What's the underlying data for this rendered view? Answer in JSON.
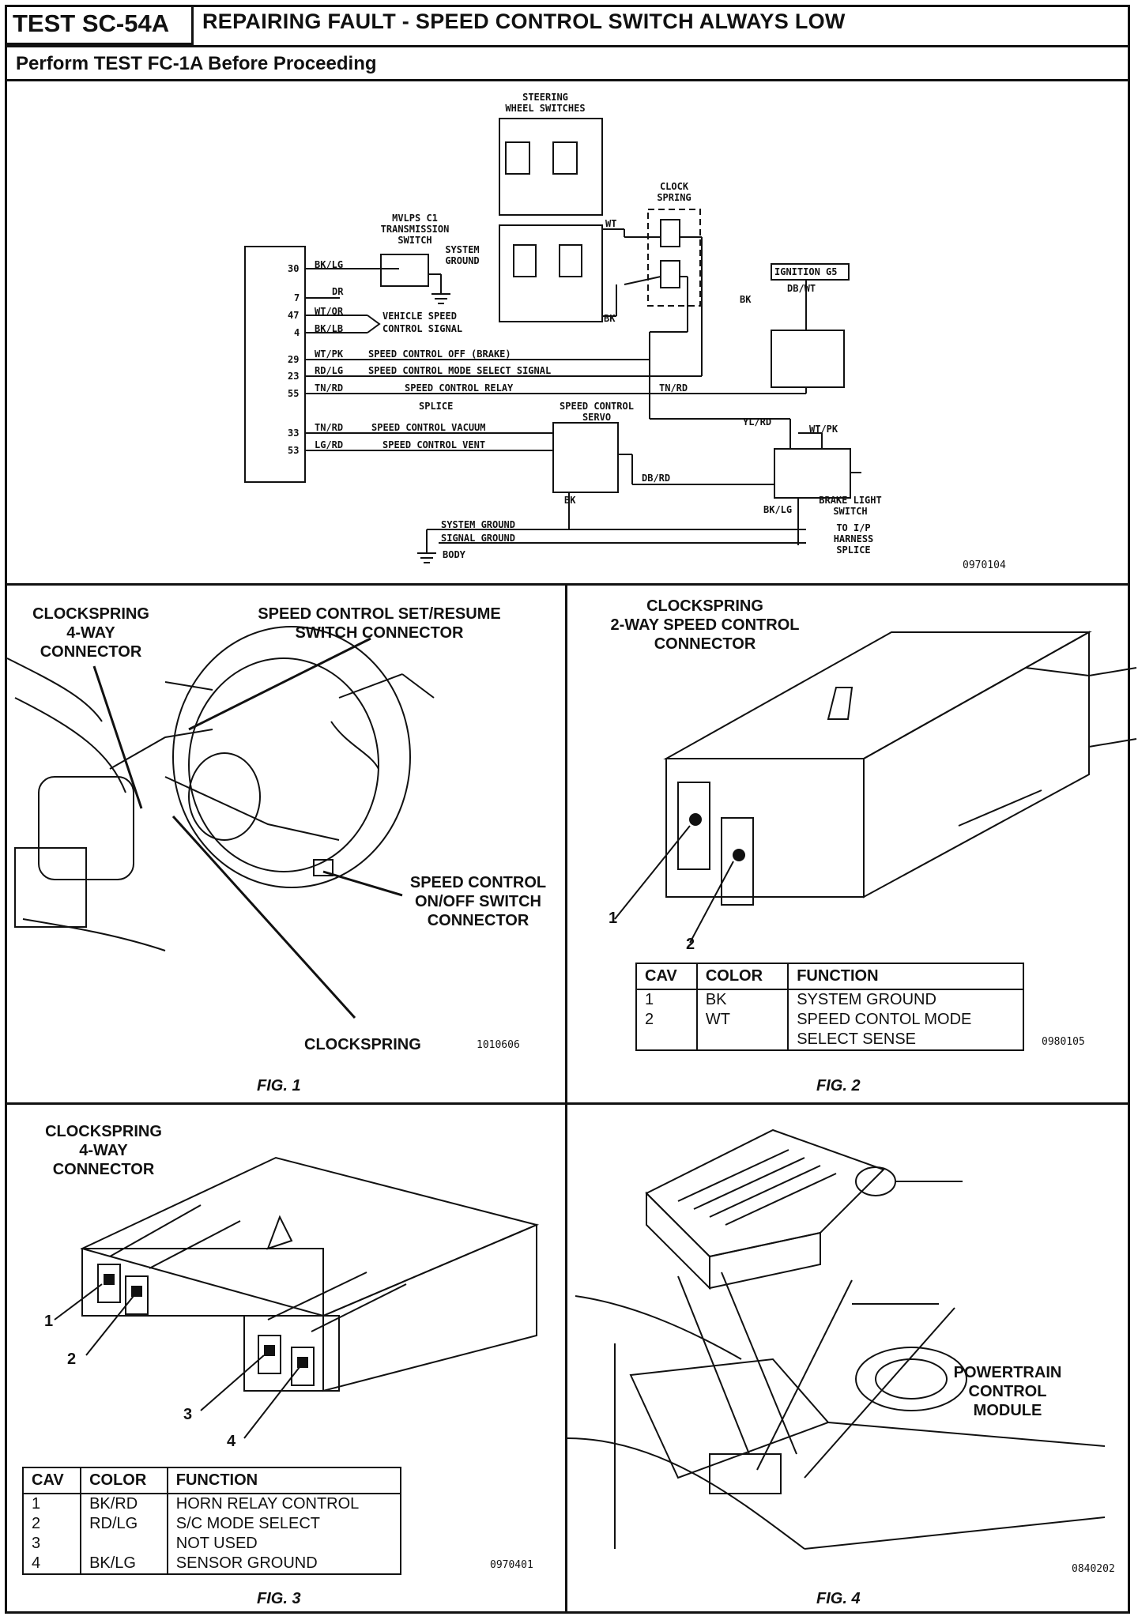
{
  "header": {
    "test_id": "TEST SC-54A",
    "title": "REPAIRING FAULT - SPEED CONTROL SWITCH ALWAYS LOW",
    "subtitle": "Perform TEST FC-1A Before Proceeding"
  },
  "schematic": {
    "pins": [
      "30",
      "7",
      "47",
      "4",
      "29",
      "23",
      "55",
      "33",
      "53"
    ],
    "wires": {
      "w30": "BK/LG",
      "w7": "DR",
      "w47": "WT/OR",
      "w4": "BK/LB",
      "w29": "WT/PK",
      "w23": "RD/LG",
      "w55": "TN/RD",
      "w33": "TN/RD",
      "w53": "LG/RD",
      "wt": "WT",
      "bk": "BK",
      "bk2": "BK",
      "dbwt": "DB/WT",
      "tnrd_right": "TN/RD",
      "ylrd": "YL/RD",
      "wtpk": "WT/PK",
      "dbrd": "DB/RD",
      "bklg": "BK/LG",
      "bk_servo": "BK"
    },
    "circuits": {
      "c29": "SPEED CONTROL OFF (BRAKE)",
      "c23": "SPEED CONTROL MODE SELECT SIGNAL",
      "c55": "SPEED CONTROL RELAY",
      "splice": "SPLICE",
      "c33": "SPEED CONTROL VACUUM",
      "c53": "SPEED CONTROL VENT",
      "vss": "VEHICLE SPEED\nCONTROL SIGNAL"
    },
    "components": {
      "steering": "STEERING\nWHEEL SWITCHES",
      "clock": "CLOCK\nSPRING",
      "mvlps": "MVLPS C1\nTRANSMISSION\nSWITCH",
      "sysgnd": "SYSTEM\nGROUND",
      "ignition": "IGNITION G5",
      "servo": "SPEED CONTROL\nSERVO",
      "brake": "BRAKE LIGHT\nSWITCH",
      "harness": "TO I/P\nHARNESS\nSPLICE"
    },
    "grounds": [
      "SYSTEM GROUND",
      "SIGNAL GROUND",
      "BODY"
    ],
    "code": "0970104"
  },
  "fig1": {
    "labels": {
      "clk4": "CLOCKSPRING\n4-WAY\nCONNECTOR",
      "setres": "SPEED CONTROL SET/RESUME\nSWITCH CONNECTOR",
      "onoff": "SPEED CONTROL\nON/OFF SWITCH\nCONNECTOR",
      "clockspring": "CLOCKSPRING"
    },
    "code": "1010606",
    "caption": "FIG. 1"
  },
  "fig2": {
    "title": "CLOCKSPRING\n2-WAY SPEED CONTROL\nCONNECTOR",
    "pin_labels": [
      "1",
      "2"
    ],
    "table": {
      "headers": [
        "CAV",
        "COLOR",
        "FUNCTION"
      ],
      "cav": [
        "1",
        "2",
        ""
      ],
      "color": [
        "BK",
        "WT",
        ""
      ],
      "func": [
        "SYSTEM GROUND",
        "SPEED CONTOL MODE",
        "SELECT SENSE"
      ]
    },
    "code": "0980105",
    "caption": "FIG. 2"
  },
  "fig3": {
    "title": "CLOCKSPRING\n4-WAY CONNECTOR",
    "pin_labels": [
      "1",
      "2",
      "3",
      "4"
    ],
    "table": {
      "headers": [
        "CAV",
        "COLOR",
        "FUNCTION"
      ],
      "cav": [
        "1",
        "2",
        "3",
        "4"
      ],
      "color": [
        "BK/RD",
        "RD/LG",
        "",
        "BK/LG"
      ],
      "func": [
        "HORN RELAY CONTROL",
        "S/C MODE SELECT",
        "NOT USED",
        "SENSOR GROUND"
      ]
    },
    "code": "0970401",
    "caption": "FIG. 3"
  },
  "fig4": {
    "label": "POWERTRAIN\nCONTROL\nMODULE",
    "code": "0840202",
    "caption": "FIG. 4"
  }
}
